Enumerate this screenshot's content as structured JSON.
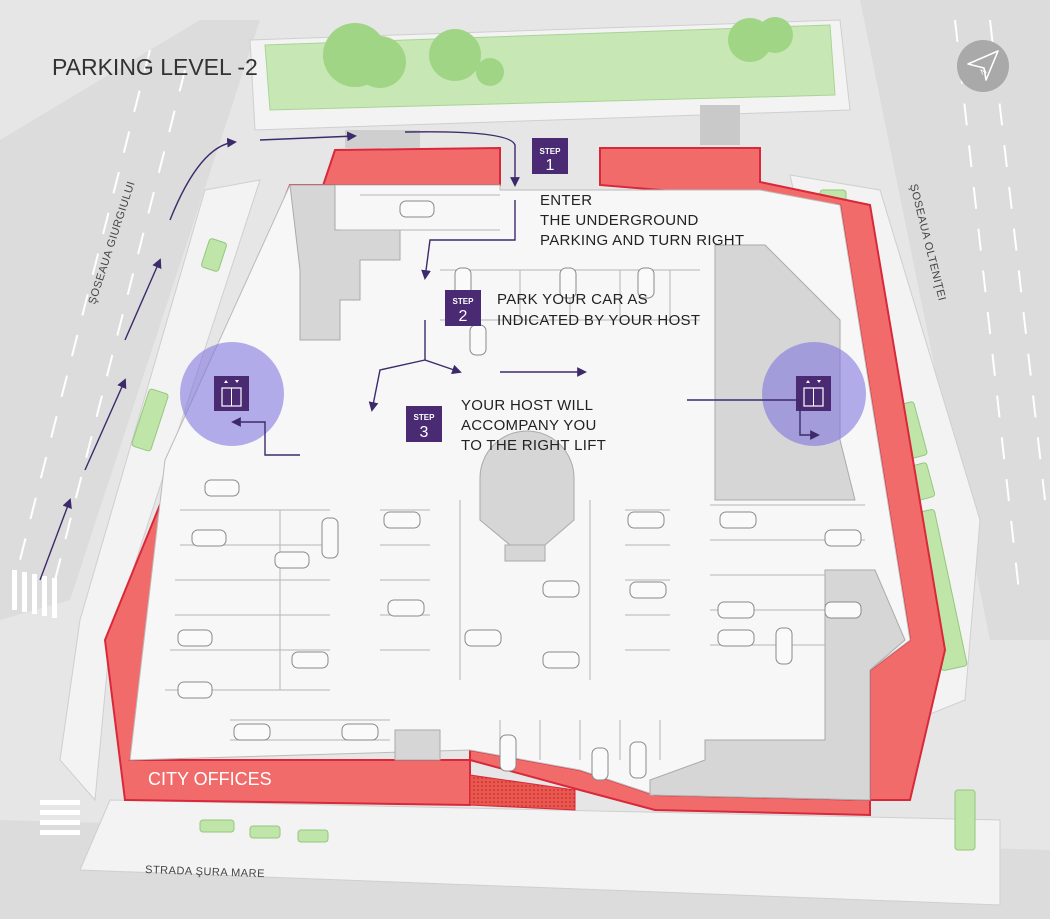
{
  "title": "PARKING LEVEL -2",
  "streets": {
    "west": "ŞOSEAUA GIURGIULUI",
    "east": "ŞOSEAUA OLTENIŢEI",
    "south": "STRADA ŞURA MARE"
  },
  "building_label": "CITY OFFICES",
  "steps": [
    {
      "word": "STEP",
      "number": "1",
      "lines": [
        "ENTER",
        "THE UNDERGROUND",
        "PARKING AND TURN RIGHT"
      ]
    },
    {
      "word": "STEP",
      "number": "2",
      "lines": [
        "PARK YOUR CAR AS",
        "INDICATED BY YOUR HOST"
      ]
    },
    {
      "word": "STEP",
      "number": "3",
      "lines": [
        "YOUR HOST WILL",
        "ACCOMPANY YOU",
        "TO THE RIGHT LIFT"
      ]
    }
  ],
  "icons": {
    "compass": "compass-arrow-icon",
    "lift": "elevator-icon"
  },
  "colors": {
    "building_red": "#f26b6b",
    "building_outline": "#d9283a",
    "step_purple": "#4a2a73",
    "lift_highlight": "#7a6ee0",
    "route_arrow": "#3d2a6b",
    "greenery": "#bfe6a8"
  }
}
